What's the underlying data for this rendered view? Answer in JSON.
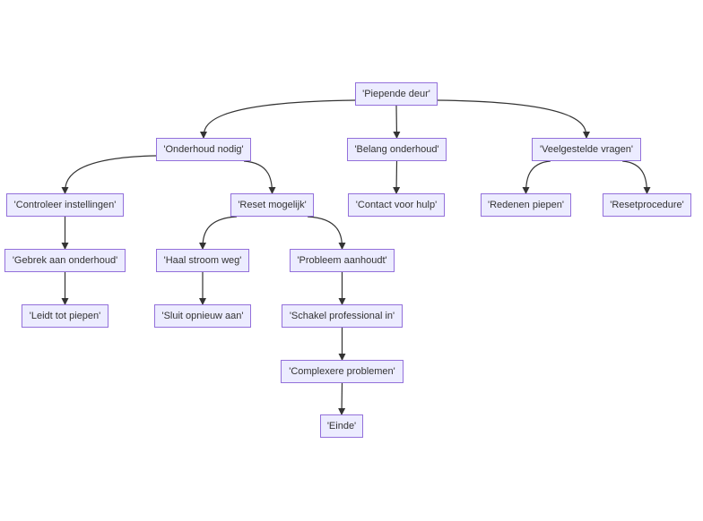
{
  "diagram": {
    "type": "flowchart",
    "nodes": {
      "piepende_deur": "'Piepende deur'",
      "onderhoud_nodig": "'Onderhoud nodig'",
      "belang_onderhoud": "'Belang onderhoud'",
      "veelgestelde_vragen": "'Veelgestelde vragen'",
      "controleer_instellingen": "'Controleer instellingen'",
      "reset_mogelijk": "'Reset mogelijk'",
      "contact_voor_hulp": "'Contact voor hulp'",
      "redenen_piepen": "'Redenen piepen'",
      "resetprocedure": "'Resetprocedure'",
      "gebrek_aan_onderhoud": "'Gebrek aan onderhoud'",
      "haal_stroom_weg": "'Haal stroom weg'",
      "probleem_aanhoudt": "'Probleem aanhoudt'",
      "leidt_tot_piepen": "'Leidt tot piepen'",
      "sluit_opnieuw_aan": "'Sluit opnieuw aan'",
      "schakel_professional_in": "'Schakel professional in'",
      "complexere_problemen": "'Complexere problemen'",
      "einde": "'Einde'"
    },
    "edges": [
      [
        "piepende_deur",
        "onderhoud_nodig"
      ],
      [
        "piepende_deur",
        "belang_onderhoud"
      ],
      [
        "piepende_deur",
        "veelgestelde_vragen"
      ],
      [
        "onderhoud_nodig",
        "controleer_instellingen"
      ],
      [
        "onderhoud_nodig",
        "reset_mogelijk"
      ],
      [
        "belang_onderhoud",
        "contact_voor_hulp"
      ],
      [
        "veelgestelde_vragen",
        "redenen_piepen"
      ],
      [
        "veelgestelde_vragen",
        "resetprocedure"
      ],
      [
        "controleer_instellingen",
        "gebrek_aan_onderhoud"
      ],
      [
        "gebrek_aan_onderhoud",
        "leidt_tot_piepen"
      ],
      [
        "reset_mogelijk",
        "haal_stroom_weg"
      ],
      [
        "reset_mogelijk",
        "probleem_aanhoudt"
      ],
      [
        "haal_stroom_weg",
        "sluit_opnieuw_aan"
      ],
      [
        "probleem_aanhoudt",
        "schakel_professional_in"
      ],
      [
        "schakel_professional_in",
        "complexere_problemen"
      ],
      [
        "complexere_problemen",
        "einde"
      ]
    ],
    "colors": {
      "node_fill": "#ECECFF",
      "node_border": "#9370DB",
      "edge": "#333333",
      "text": "#333333"
    }
  }
}
